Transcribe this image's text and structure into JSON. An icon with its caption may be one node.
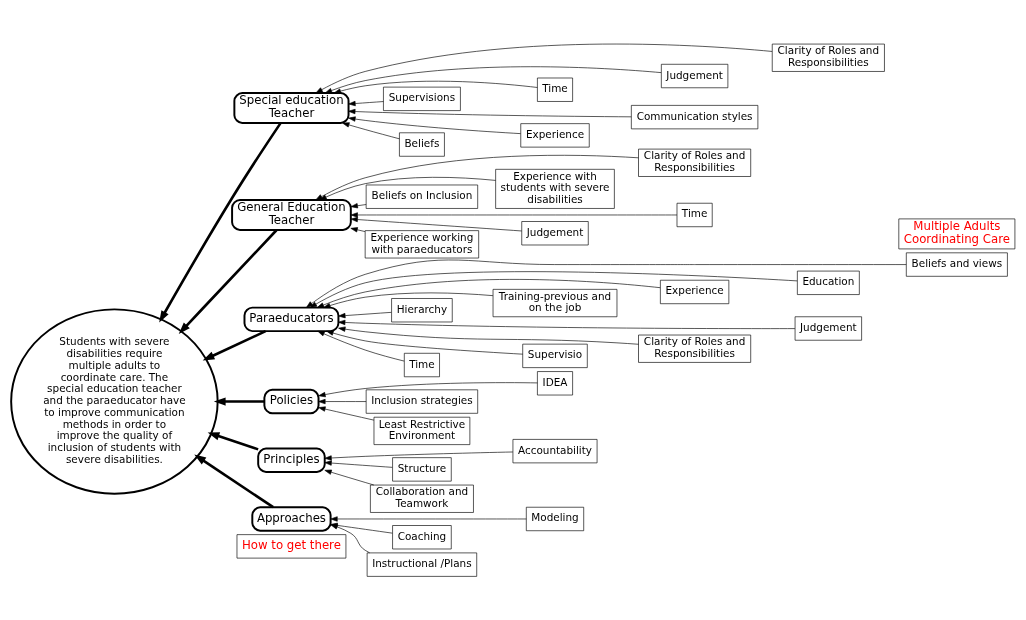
{
  "diagram": {
    "nodes": [
      {
        "text": [
          "Students with severe disabilities require multiple adults to coordinate care. The special education teacher and the paraeducator have to improve communication methods in order to improve the quality of inclusion of students with severe disabilities."
        ]
      },
      {
        "text": [
          "Special education Teacher"
        ]
      },
      {
        "text": [
          "General Education Teacher"
        ]
      },
      {
        "text": [
          "Paraeducators"
        ]
      },
      {
        "text": [
          "Policies"
        ]
      },
      {
        "text": [
          "Principles"
        ]
      },
      {
        "text": [
          "Approaches"
        ]
      },
      {
        "text": [
          "Multiple Adults Coordinating Care"
        ]
      },
      {
        "text": [
          "How to get there"
        ]
      },
      {
        "text": [
          "Supervisions"
        ]
      },
      {
        "text": [
          "Beliefs"
        ]
      },
      {
        "text": [
          "Time"
        ]
      },
      {
        "text": [
          "Experience"
        ]
      },
      {
        "text": [
          "Judgement"
        ]
      },
      {
        "text": [
          "Communication styles"
        ]
      },
      {
        "text": [
          "Clarity of Roles and Responsibilities"
        ]
      },
      {
        "text": [
          "Beliefs on Inclusion"
        ]
      },
      {
        "text": [
          "Experience working with paraeducators"
        ]
      },
      {
        "text": [
          "Experience with students with severe disabilities"
        ]
      },
      {
        "text": [
          "Judgement"
        ]
      },
      {
        "text": [
          "Clarity of Roles and Responsibilities"
        ]
      },
      {
        "text": [
          "Time"
        ]
      },
      {
        "text": [
          "Hierarchy"
        ]
      },
      {
        "text": [
          "Time"
        ]
      },
      {
        "text": [
          "Training-previous and on the job"
        ]
      },
      {
        "text": [
          "Supervisio"
        ]
      },
      {
        "text": [
          "Experience"
        ]
      },
      {
        "text": [
          "Clarity of Roles and Responsibilities"
        ]
      },
      {
        "text": [
          "Education"
        ]
      },
      {
        "text": [
          "Judgement"
        ]
      },
      {
        "text": [
          "Beliefs and views"
        ]
      },
      {
        "text": [
          "Inclusion strategies"
        ]
      },
      {
        "text": [
          "Least Restrictive Environment"
        ]
      },
      {
        "text": [
          "IDEA"
        ]
      },
      {
        "text": [
          "Structure"
        ]
      },
      {
        "text": [
          "Collaboration and Teamwork"
        ]
      },
      {
        "text": [
          "Accountability"
        ]
      },
      {
        "text": [
          "Coaching"
        ]
      },
      {
        "text": [
          "Instructional /Plans"
        ]
      },
      {
        "text": [
          "Modeling"
        ]
      }
    ],
    "edges": [
      {
        "from": 1,
        "to": 0,
        "arrow": "to",
        "style": "thick"
      },
      {
        "from": 2,
        "to": 0,
        "arrow": "to",
        "style": "thick"
      },
      {
        "from": 3,
        "to": 0,
        "arrow": "to",
        "style": "thick"
      },
      {
        "from": 4,
        "to": 0,
        "arrow": "to",
        "style": "thick"
      },
      {
        "from": 5,
        "to": 0,
        "arrow": "to",
        "style": "thick"
      },
      {
        "from": 6,
        "to": 0,
        "arrow": "to",
        "style": "thick"
      },
      {
        "from": 9,
        "to": 1,
        "arrow": "to"
      },
      {
        "from": 10,
        "to": 1,
        "arrow": "to"
      },
      {
        "from": 11,
        "to": 1,
        "arrow": "to"
      },
      {
        "from": 12,
        "to": 1,
        "arrow": "to"
      },
      {
        "from": 13,
        "to": 1,
        "arrow": "to"
      },
      {
        "from": 14,
        "to": 1,
        "arrow": "to"
      },
      {
        "from": 15,
        "to": 1,
        "arrow": "to"
      },
      {
        "from": 16,
        "to": 2,
        "arrow": "to"
      },
      {
        "from": 17,
        "to": 2,
        "arrow": "to"
      },
      {
        "from": 18,
        "to": 2,
        "arrow": "to"
      },
      {
        "from": 19,
        "to": 2,
        "arrow": "to"
      },
      {
        "from": 20,
        "to": 2,
        "arrow": "to"
      },
      {
        "from": 21,
        "to": 2,
        "arrow": "to"
      },
      {
        "from": 22,
        "to": 3,
        "arrow": "to"
      },
      {
        "from": 23,
        "to": 3,
        "arrow": "to"
      },
      {
        "from": 24,
        "to": 3,
        "arrow": "to"
      },
      {
        "from": 25,
        "to": 3,
        "arrow": "to"
      },
      {
        "from": 26,
        "to": 3,
        "arrow": "to"
      },
      {
        "from": 27,
        "to": 3,
        "arrow": "to"
      },
      {
        "from": 28,
        "to": 3,
        "arrow": "to"
      },
      {
        "from": 29,
        "to": 3,
        "arrow": "to"
      },
      {
        "from": 30,
        "to": 3,
        "arrow": "to"
      },
      {
        "from": 31,
        "to": 4,
        "arrow": "to"
      },
      {
        "from": 32,
        "to": 4,
        "arrow": "to"
      },
      {
        "from": 33,
        "to": 4,
        "arrow": "to"
      },
      {
        "from": 34,
        "to": 5,
        "arrow": "to"
      },
      {
        "from": 35,
        "to": 5,
        "arrow": "to"
      },
      {
        "from": 36,
        "to": 5,
        "arrow": "to"
      },
      {
        "from": 37,
        "to": 6,
        "arrow": "to"
      },
      {
        "from": 38,
        "to": 6,
        "arrow": "to"
      },
      {
        "from": 39,
        "to": 6,
        "arrow": "to"
      }
    ]
  }
}
